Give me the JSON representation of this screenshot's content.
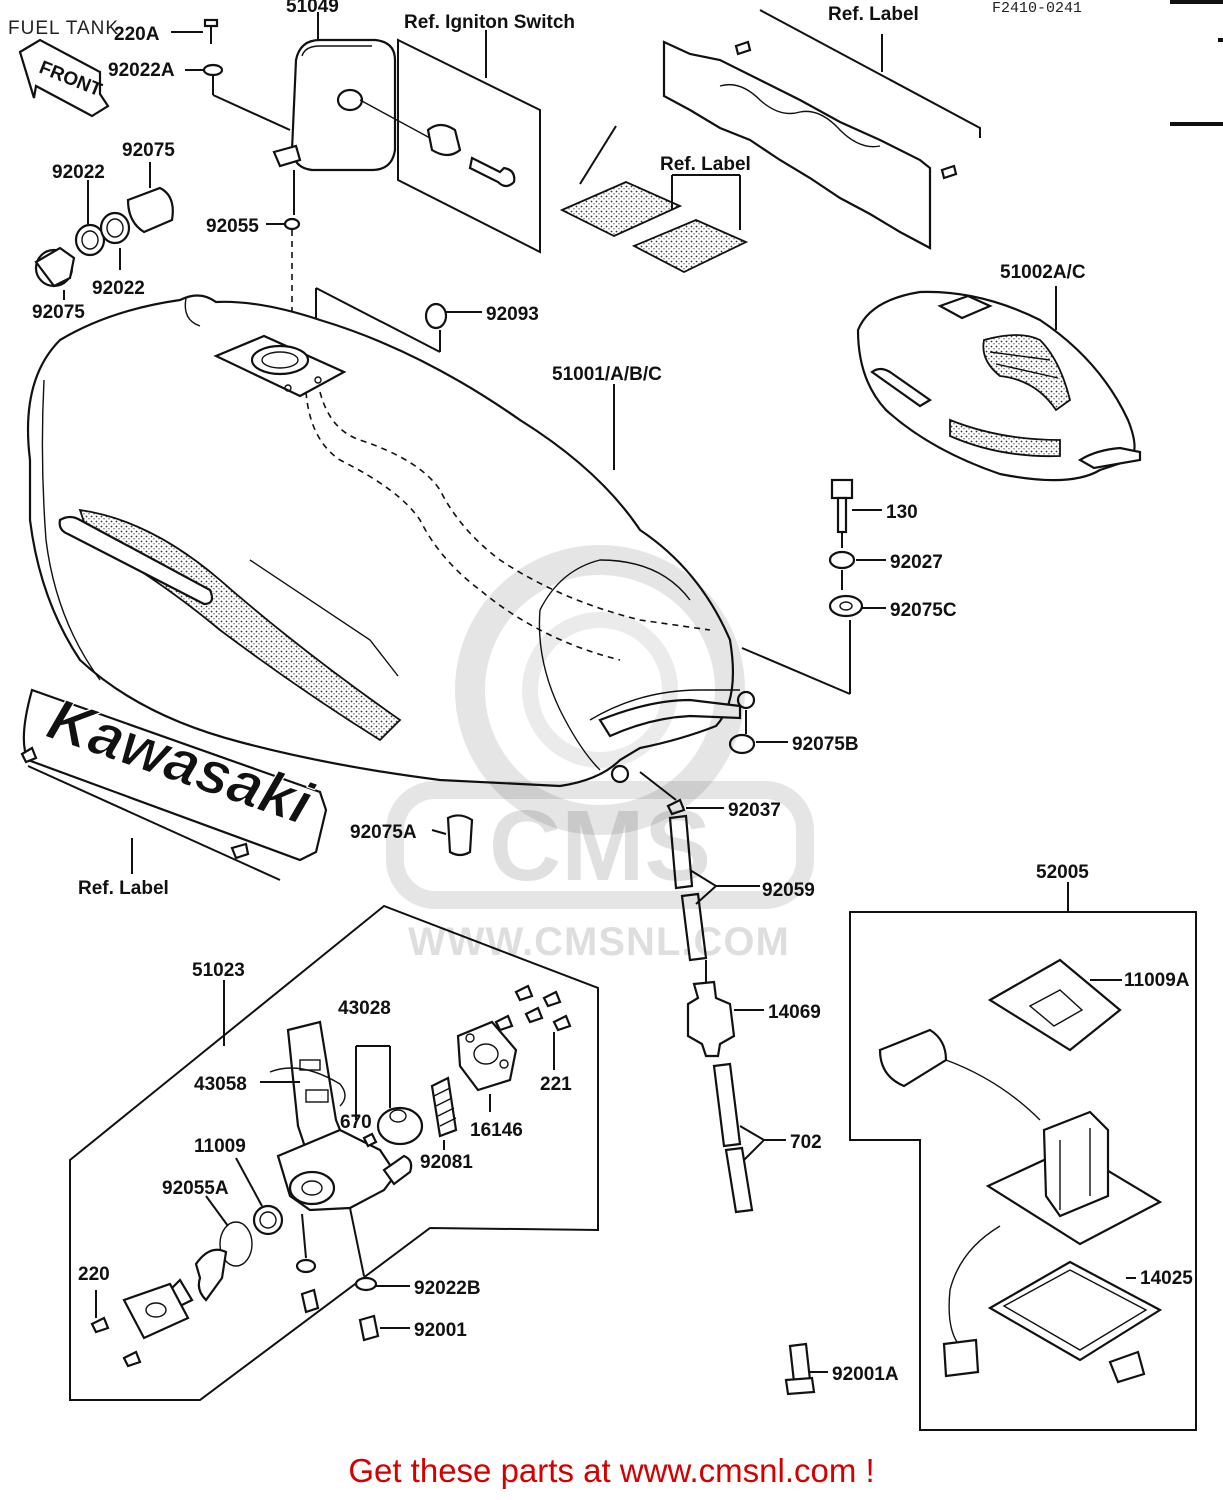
{
  "header": {
    "title": "FUEL TANK",
    "diagram_code": "F2410-0241"
  },
  "footer": {
    "link_text": "Get these parts at www.cmsnl.com !"
  },
  "watermark": {
    "brand": "CMS",
    "url": "WWW.CMSNL.COM"
  },
  "orientation_label": "FRONT",
  "logo_text": "Kawasaki",
  "ref_labels": {
    "ignition_switch": "Ref. Igniton Switch",
    "label_top": "Ref. Label",
    "label_middle": "Ref. Label",
    "label_bottom": "Ref. Label"
  },
  "callouts": {
    "c220a": "220A",
    "c51049": "51049",
    "c92022a": "92022A",
    "c92075_top": "92075",
    "c92022_left": "92022",
    "c92055": "92055",
    "c92022_right": "92022",
    "c92075_bottom": "92075",
    "c92093": "92093",
    "c51001": "51001/A/B/C",
    "c51002": "51002A/C",
    "c130": "130",
    "c92027": "92027",
    "c92075c": "92075C",
    "c92075b": "92075B",
    "c92037": "92037",
    "c92075a": "92075A",
    "c92059": "92059",
    "c52005": "52005",
    "c11009a": "11009A",
    "c14069": "14069",
    "c702": "702",
    "c14025": "14025",
    "c92001a": "92001A",
    "c51023": "51023",
    "c43028": "43028",
    "c43058": "43058",
    "c670": "670",
    "c11009": "11009",
    "c92055a": "92055A",
    "c92081": "92081",
    "c16146": "16146",
    "c221": "221",
    "c220": "220",
    "c92022b": "92022B",
    "c92001": "92001"
  }
}
